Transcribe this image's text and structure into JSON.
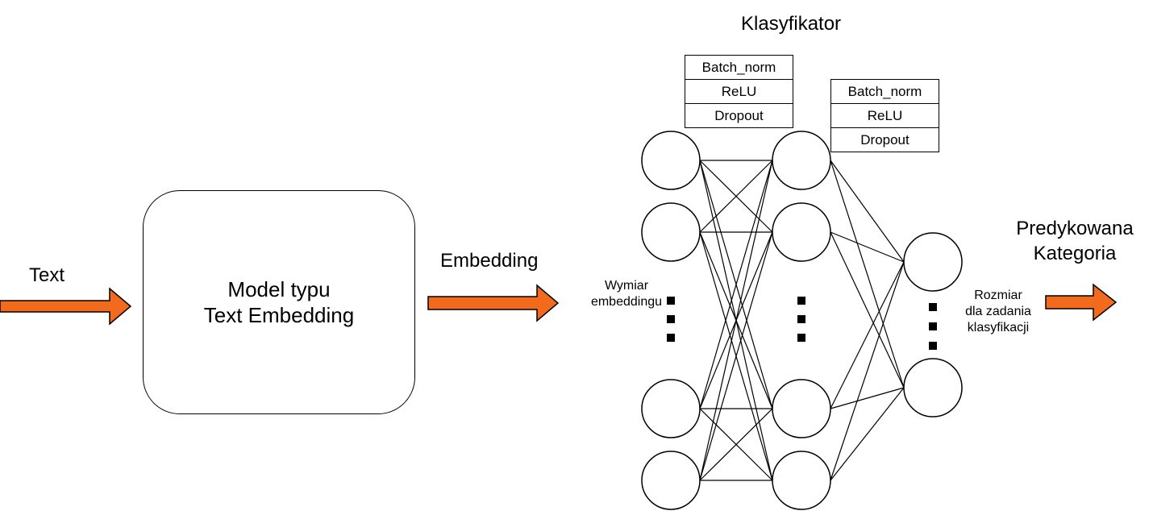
{
  "input_label": "Text",
  "model": {
    "line1": "Model typu",
    "line2": "Text Embedding"
  },
  "embedding_label": "Embedding",
  "classifier_title": "Klasyfikator",
  "layer_blocks": [
    {
      "items": [
        "Batch_norm",
        "ReLU",
        "Dropout"
      ]
    },
    {
      "items": [
        "Batch_norm",
        "ReLU",
        "Dropout"
      ]
    }
  ],
  "input_dim_label": {
    "line1": "Wymiar",
    "line2": "embeddingu"
  },
  "output_dim_label": {
    "line1": "Rozmiar",
    "line2": "dla zadania",
    "line3": "klasyfikacji"
  },
  "output_label": {
    "line1": "Predykowana",
    "line2": "Kategoria"
  },
  "colors": {
    "arrow_fill": "#f26a1b",
    "arrow_stroke": "#000000"
  }
}
